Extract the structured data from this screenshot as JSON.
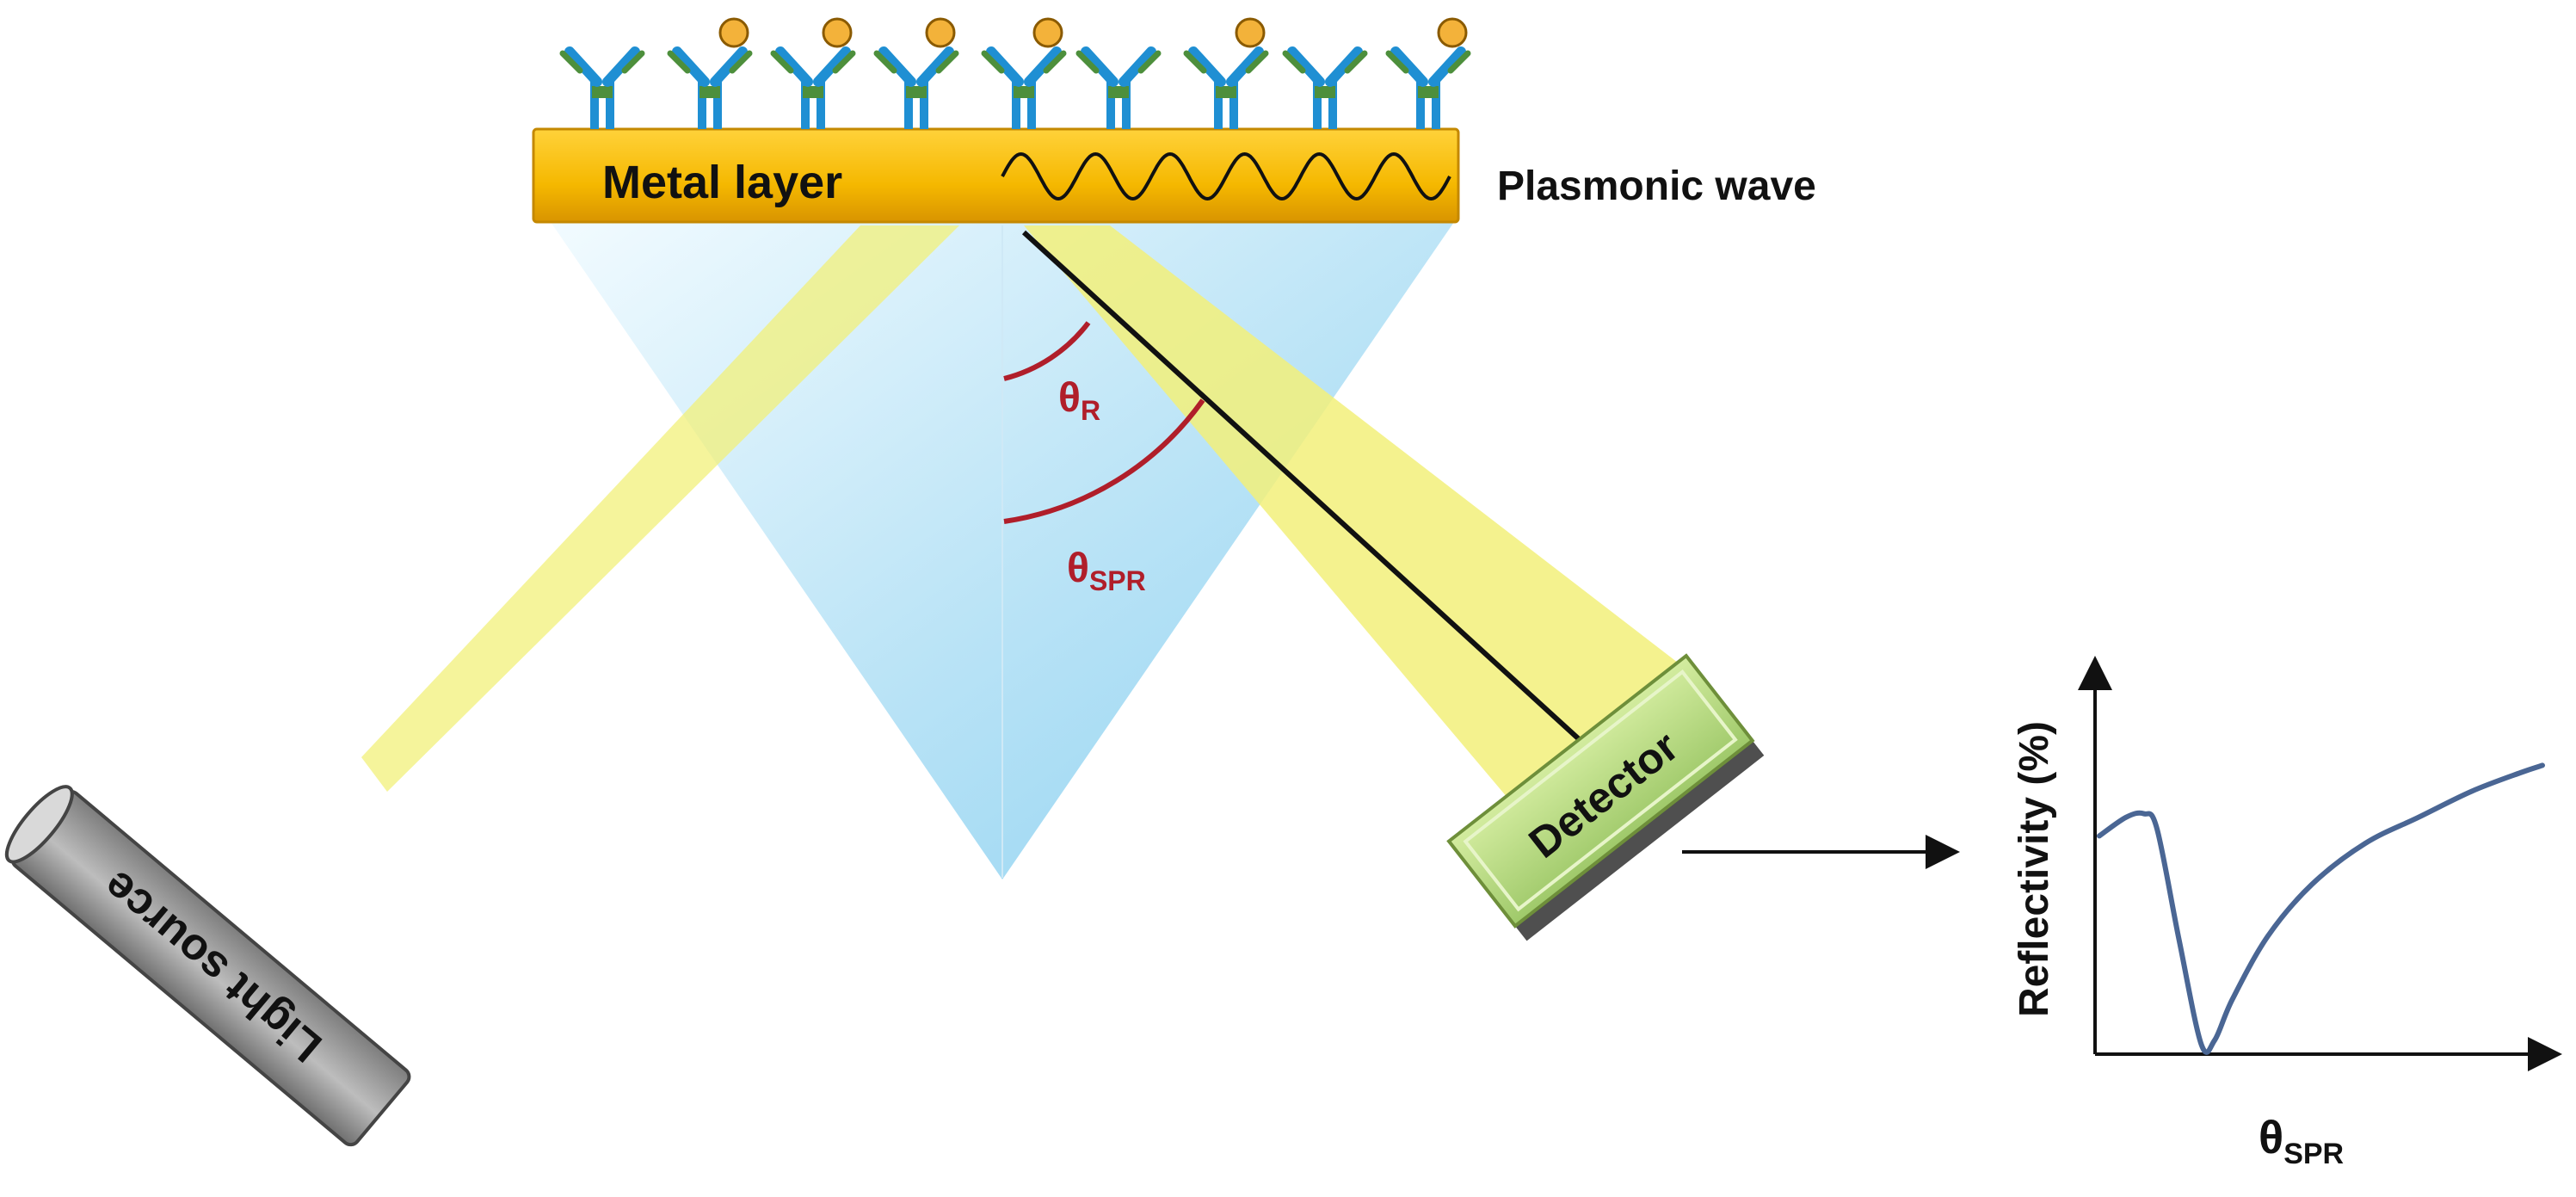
{
  "labels": {
    "metal_layer": "Metal layer",
    "plasmonic_wave": "Plasmonic wave",
    "theta_r_symbol": "θ",
    "theta_r_sub": "R",
    "theta_spr_symbol": "θ",
    "theta_spr_sub": "SPR",
    "detector": "Detector",
    "light_source": "Light source"
  },
  "chart_data": {
    "type": "line",
    "ylabel": "Reflectivity (%)",
    "xlabel_symbol": "θ",
    "xlabel_sub": "SPR",
    "series": [
      {
        "x": [
          0,
          0.06,
          0.1,
          0.13,
          0.18,
          0.23,
          0.26,
          0.3,
          0.38,
          0.48,
          0.6,
          0.72,
          0.84,
          0.95,
          1.0
        ],
        "y": [
          0.58,
          0.63,
          0.64,
          0.6,
          0.3,
          0.02,
          0.03,
          0.14,
          0.31,
          0.45,
          0.56,
          0.63,
          0.7,
          0.75,
          0.77
        ]
      }
    ],
    "colors": {
      "line": "#4a6694"
    }
  },
  "colors": {
    "metal": "#f5b800",
    "prism": "#a9dcf3",
    "beam": "#f2f07a",
    "angle": "#b01e2a",
    "detector": "#b7da7a",
    "light_source": "#9a9a9a",
    "antibody_blue": "#1f8fd3",
    "antibody_green": "#4d8f3c",
    "antigen": "#f3b23a"
  }
}
